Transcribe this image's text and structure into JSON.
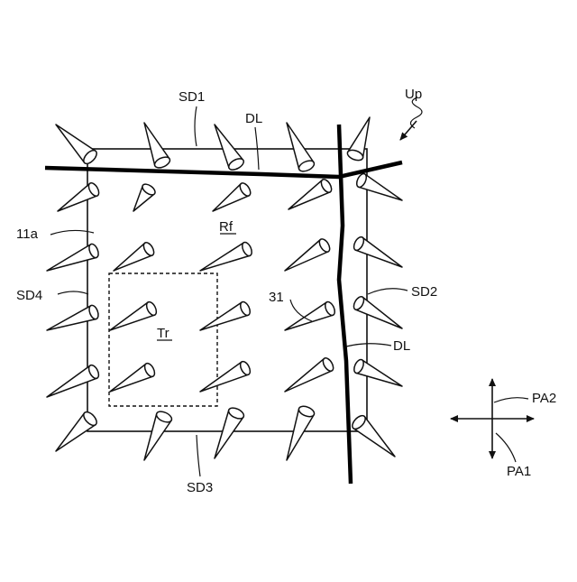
{
  "labels": {
    "sd1": "SD1",
    "sd2": "SD2",
    "sd3": "SD3",
    "sd4": "SD4",
    "dl_top": "DL",
    "dl_right": "DL",
    "up": "Up",
    "substrate": "11a",
    "region_rf": "Rf",
    "region_tr": "Tr",
    "molecule": "31",
    "pa1": "PA1",
    "pa2": "PA2"
  },
  "colors": {
    "line": "#111111",
    "background": "#ffffff"
  }
}
